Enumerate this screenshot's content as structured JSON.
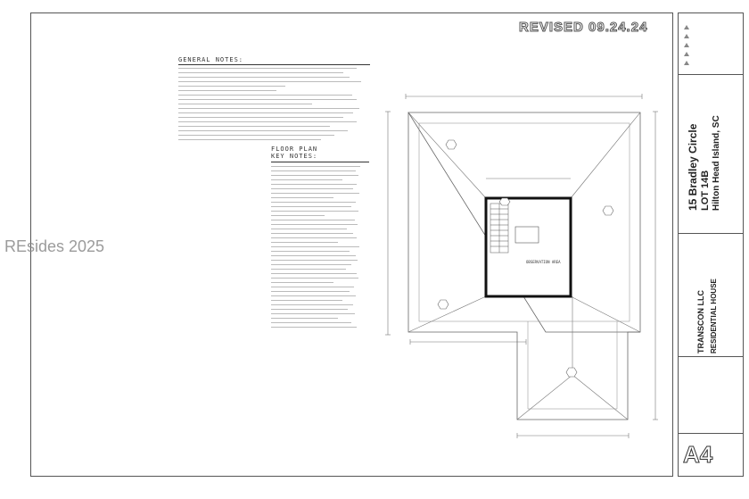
{
  "revision": {
    "label": "REVISED 09.24.24"
  },
  "general_notes": {
    "title": "GENERAL NOTES:"
  },
  "floor_plan_notes": {
    "title": "FLOOR PLAN KEY NOTES:"
  },
  "plan": {
    "room_label": "OBSERVATION AREA"
  },
  "title_block": {
    "address_line1": "15 Bradley Circle",
    "address_line2": "LOT 14B",
    "address_line3": "Hilton Head Island, SC",
    "company": "TRANSCON LLC",
    "project": "RESIDENTIAL HOUSE",
    "sheet_number": "A4"
  },
  "watermark": {
    "text": "REsides 2025"
  },
  "colors": {
    "line": "#555555",
    "wall": "#111111",
    "watermark": "#8a8a8a"
  }
}
